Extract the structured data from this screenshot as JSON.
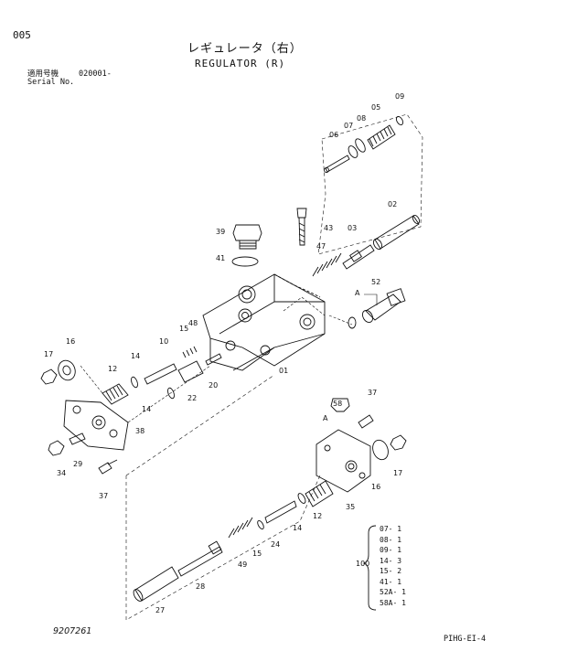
{
  "page_number": "005",
  "title_jp": "レギュレータ（右）",
  "title_en": "REGULATOR (R)",
  "serial_label_jp": "適用号機",
  "serial_value": "020001-",
  "serial_label_en": "Serial No.",
  "drawing_number": "9207261",
  "sheet_code": "PIHG-EI-4",
  "callouts": [
    "01",
    "02",
    "03",
    "05",
    "06",
    "07",
    "08",
    "09",
    "10",
    "12",
    "12",
    "14",
    "14",
    "14",
    "15",
    "15",
    "16",
    "16",
    "17",
    "17",
    "20",
    "22",
    "24",
    "27",
    "28",
    "29",
    "34",
    "35",
    "37",
    "37",
    "38",
    "39",
    "41",
    "43",
    "47",
    "48",
    "49",
    "52",
    "58",
    "A",
    "A"
  ],
  "kit": {
    "label": "100",
    "items": [
      "07- 1",
      "08- 1",
      "09- 1",
      "14- 3",
      "15- 2",
      "41- 1",
      "52A- 1",
      "58A- 1"
    ]
  }
}
